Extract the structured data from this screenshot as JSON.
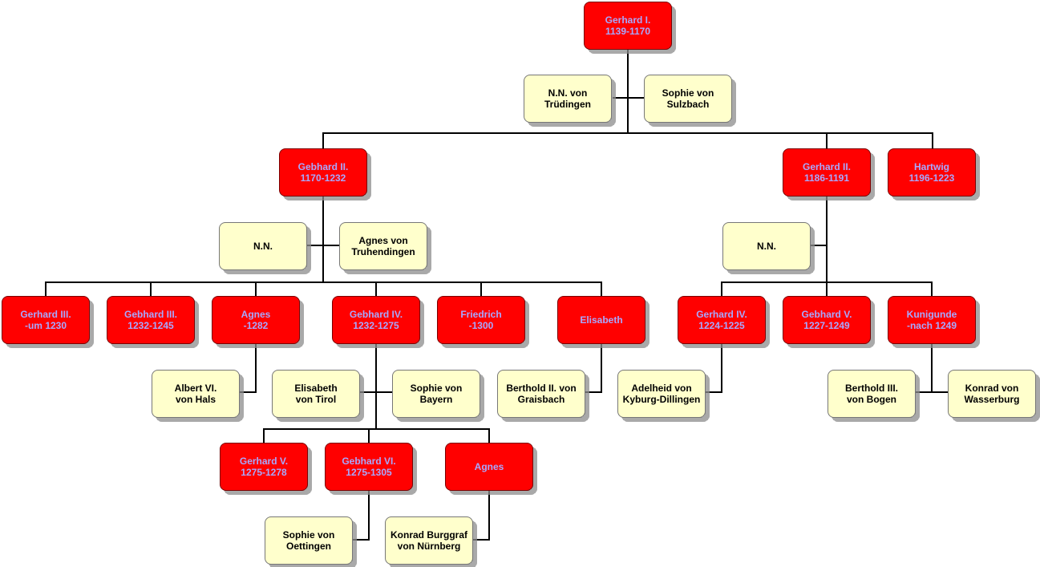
{
  "persons": [
    {
      "id": "gerhard-i",
      "lines": [
        "Gerhard I.",
        "1139-1170"
      ],
      "type": "person"
    },
    {
      "id": "nn-truedingen",
      "lines": [
        "N.N. von",
        "Trüdingen"
      ],
      "type": "spouse"
    },
    {
      "id": "sophie-sulzbach",
      "lines": [
        "Sophie von",
        "Sulzbach"
      ],
      "type": "spouse"
    },
    {
      "id": "gebhard-ii",
      "lines": [
        "Gebhard II.",
        "1170-1232"
      ],
      "type": "person"
    },
    {
      "id": "gerhard-ii",
      "lines": [
        "Gerhard II.",
        "1186-1191"
      ],
      "type": "person"
    },
    {
      "id": "hartwig",
      "lines": [
        "Hartwig",
        "1196-1223"
      ],
      "type": "person"
    },
    {
      "id": "nn-1",
      "lines": [
        "N.N."
      ],
      "type": "spouse"
    },
    {
      "id": "agnes-truhendingen",
      "lines": [
        "Agnes von",
        "Truhendingen"
      ],
      "type": "spouse"
    },
    {
      "id": "nn-2",
      "lines": [
        "N.N."
      ],
      "type": "spouse"
    },
    {
      "id": "gerhard-iii",
      "lines": [
        "Gerhard III.",
        "-um 1230"
      ],
      "type": "person"
    },
    {
      "id": "gebhard-iii",
      "lines": [
        "Gebhard III.",
        "1232-1245"
      ],
      "type": "person"
    },
    {
      "id": "agnes-1",
      "lines": [
        "Agnes",
        "-1282"
      ],
      "type": "person"
    },
    {
      "id": "gebhard-iv",
      "lines": [
        "Gebhard IV.",
        "1232-1275"
      ],
      "type": "person"
    },
    {
      "id": "friedrich",
      "lines": [
        "Friedrich",
        "-1300"
      ],
      "type": "person"
    },
    {
      "id": "elisabeth-1",
      "lines": [
        "Elisabeth"
      ],
      "type": "person"
    },
    {
      "id": "gerhard-iv",
      "lines": [
        "Gerhard IV.",
        "1224-1225"
      ],
      "type": "person"
    },
    {
      "id": "gebhard-v",
      "lines": [
        "Gebhard V.",
        "1227-1249"
      ],
      "type": "person"
    },
    {
      "id": "kunigunde",
      "lines": [
        "Kunigunde",
        "-nach 1249"
      ],
      "type": "person"
    },
    {
      "id": "albert-vi",
      "lines": [
        "Albert VI.",
        "von Hals"
      ],
      "type": "spouse"
    },
    {
      "id": "elisabeth-tirol",
      "lines": [
        "Elisabeth",
        "von Tirol"
      ],
      "type": "spouse"
    },
    {
      "id": "sophie-bayern",
      "lines": [
        "Sophie von",
        "Bayern"
      ],
      "type": "spouse"
    },
    {
      "id": "berthold-ii",
      "lines": [
        "Berthold II. von",
        "Graisbach"
      ],
      "type": "spouse"
    },
    {
      "id": "adelheid-kyburg",
      "lines": [
        "Adelheid von",
        "Kyburg-Dillingen"
      ],
      "type": "spouse"
    },
    {
      "id": "berthold-iii",
      "lines": [
        "Berthold III.",
        "von Bogen"
      ],
      "type": "spouse"
    },
    {
      "id": "konrad-wasserburg",
      "lines": [
        "Konrad von",
        "Wasserburg"
      ],
      "type": "spouse"
    },
    {
      "id": "gerhard-v",
      "lines": [
        "Gerhard V.",
        "1275-1278"
      ],
      "type": "person"
    },
    {
      "id": "gebhard-vi",
      "lines": [
        "Gebhard VI.",
        "1275-1305"
      ],
      "type": "person"
    },
    {
      "id": "agnes-2",
      "lines": [
        "Agnes"
      ],
      "type": "person"
    },
    {
      "id": "sophie-oettingen",
      "lines": [
        "Sophie von",
        "Oettingen"
      ],
      "type": "spouse"
    },
    {
      "id": "konrad-nuernberg",
      "lines": [
        "Konrad Burggraf",
        "von Nürnberg"
      ],
      "type": "spouse"
    }
  ],
  "colors": {
    "person_fill": "#ff0000",
    "person_text": "#a8a8ff",
    "spouse_fill": "#ffffcc",
    "spouse_text": "#000000",
    "line": "#000000"
  }
}
